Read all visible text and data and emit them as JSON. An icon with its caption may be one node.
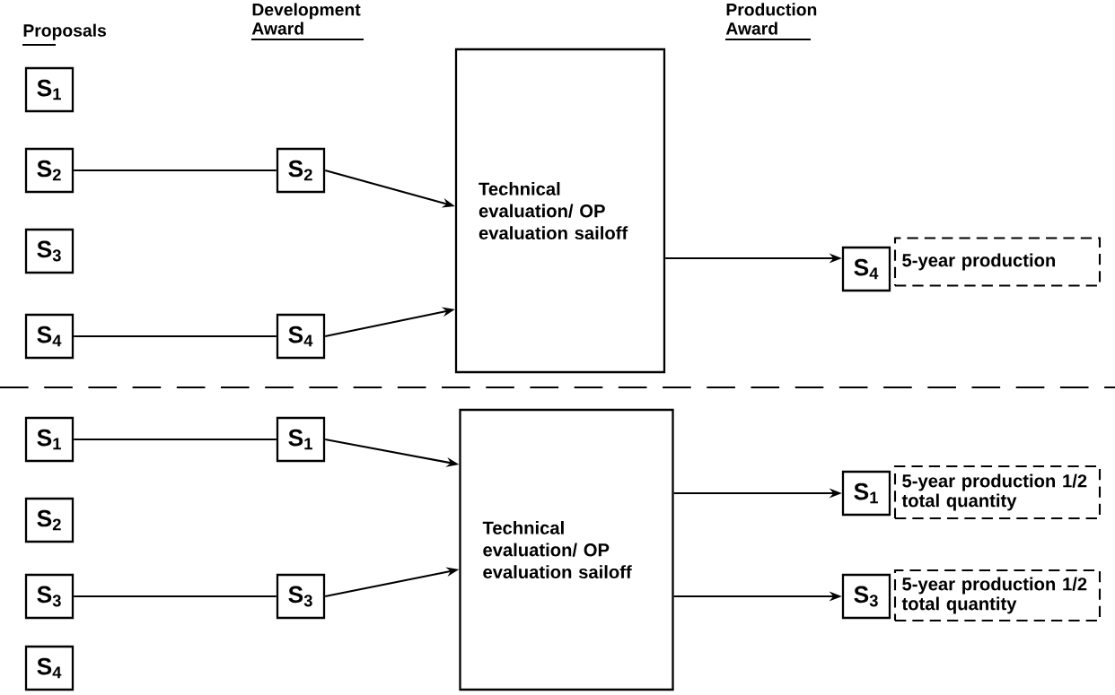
{
  "diagram": {
    "nodes": [
      {
        "text": [
          "S$_{1}$"
        ]
      },
      {
        "text": [
          "S$_{2}$"
        ]
      },
      {
        "text": [
          "S$_{3}$"
        ]
      },
      {
        "text": [
          "S$_{4}$"
        ]
      },
      {
        "text": [
          "S$_{2}$"
        ]
      },
      {
        "text": [
          "S$_{4}$"
        ]
      },
      {
        "text": [
          "Technical evaluation/ OP evaluation sailoff"
        ]
      },
      {
        "text": [
          "S$_{4}$"
        ]
      },
      {
        "text": [
          "5-year production"
        ]
      },
      {
        "text": [
          "S$_{1}$"
        ]
      },
      {
        "text": [
          "S$_{2}$"
        ]
      },
      {
        "text": [
          "S$_{3}$"
        ]
      },
      {
        "text": [
          "S$_{4}$"
        ]
      },
      {
        "text": [
          "S$_{1}$"
        ]
      },
      {
        "text": [
          "S$_{3}$"
        ]
      },
      {
        "text": [
          "Technical evaluation/ OP evaluation sailoff"
        ]
      },
      {
        "text": [
          "S$_{1}$"
        ]
      },
      {
        "text": [
          "5-year production 1/2 total quantity"
        ]
      },
      {
        "text": [
          "S$_{3}$"
        ]
      },
      {
        "text": [
          "5-year production 1/2 total quantity"
        ]
      }
    ],
    "edges": [
      {
        "from": 1,
        "to": 4,
        "arrow": "none"
      },
      {
        "from": 3,
        "to": 5,
        "arrow": "none"
      },
      {
        "from": 4,
        "to": 6,
        "arrow": "to"
      },
      {
        "from": 5,
        "to": 6,
        "arrow": "to"
      },
      {
        "from": 6,
        "to": 7,
        "arrow": "to"
      },
      {
        "from": 9,
        "to": 13,
        "arrow": "none"
      },
      {
        "from": 11,
        "to": 14,
        "arrow": "none"
      },
      {
        "from": 13,
        "to": 15,
        "arrow": "to"
      },
      {
        "from": 14,
        "to": 15,
        "arrow": "to"
      },
      {
        "from": 15,
        "to": 16,
        "arrow": "to"
      },
      {
        "from": 15,
        "to": 18,
        "arrow": "to"
      }
    ],
    "labels": [
      "Proposals",
      "Development Award",
      "Production Award"
    ]
  }
}
